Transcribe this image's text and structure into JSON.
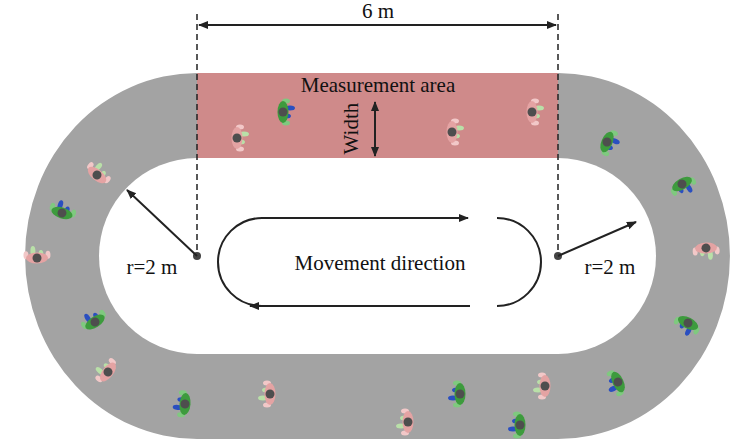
{
  "diagram": {
    "nodes": [
      {
        "text": [
          "Measurement area",
          "Width"
        ]
      }
    ],
    "labels": [
      "6 m",
      "r=2 m",
      "r=2 m",
      "Movement direction"
    ]
  }
}
